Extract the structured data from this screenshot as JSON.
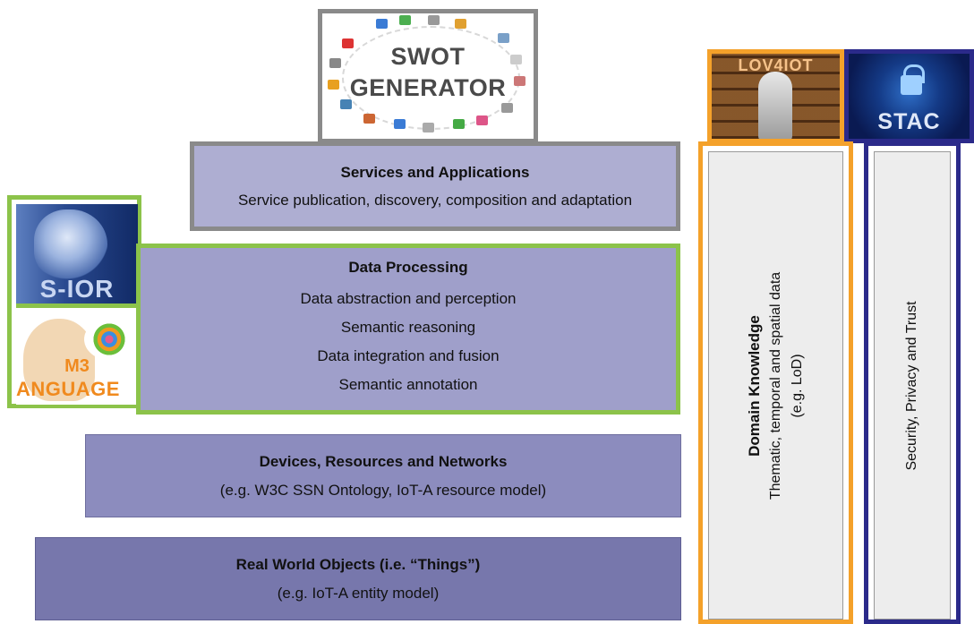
{
  "swot": {
    "line1": "SWOT",
    "line2": "GENERATOR"
  },
  "layers": {
    "services": {
      "title": "Services and Applications",
      "subtitle": "Service publication, discovery, composition and adaptation"
    },
    "data_processing": {
      "title": "Data Processing",
      "items": [
        "Data abstraction and perception",
        "Semantic reasoning",
        "Data integration and fusion",
        "Semantic annotation"
      ]
    },
    "devices": {
      "title": "Devices, Resources and Networks",
      "subtitle": "(e.g. W3C SSN Ontology, IoT-A resource model)"
    },
    "real_world": {
      "title": "Real World Objects (i.e. “Things”)",
      "subtitle": "(e.g. IoT-A entity model)"
    }
  },
  "logos": {
    "s_ior": "S-IOR",
    "m3_line1": "M3",
    "m3_line2": "ANGUAGE",
    "lov4iot": "LOV4IOT",
    "stac": "STAC"
  },
  "columns": {
    "domain": {
      "title": "Domain Knowledge",
      "line1": "Thematic, temporal and spatial data",
      "line2": "(e.g. LoD)"
    },
    "security": {
      "title": "Security, Privacy and Trust"
    }
  },
  "colors": {
    "services_fill": "#aeaed2",
    "data_processing_fill": "#9f9fca",
    "devices_fill": "#8c8cbe",
    "real_world_fill": "#7777ac",
    "green_border": "#8cc34a",
    "orange_border": "#f4a12a",
    "navy_border": "#2b2a8a",
    "grey_border": "#8a8a8a"
  }
}
